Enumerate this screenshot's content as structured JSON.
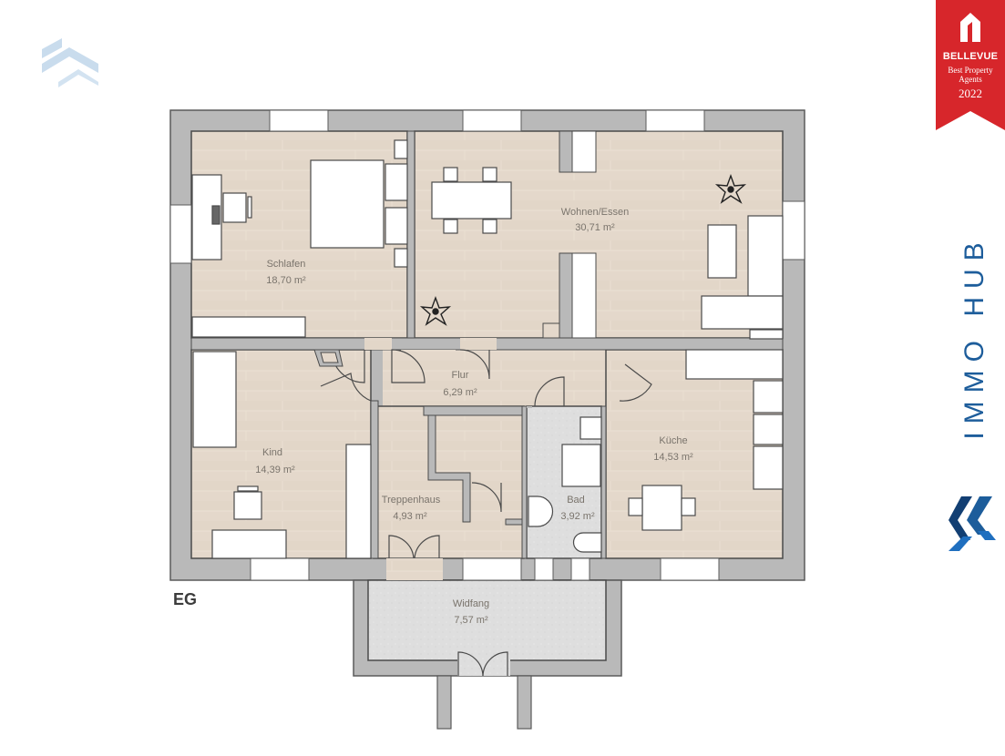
{
  "floor": {
    "label": "EG"
  },
  "rooms": [
    {
      "name": "Schlafen",
      "area": "18,70 m²"
    },
    {
      "name": "Wohnen/Essen",
      "area": "30,71 m²"
    },
    {
      "name": "Kind",
      "area": "14,39 m²"
    },
    {
      "name": "Flur",
      "area": "6,29 m²"
    },
    {
      "name": "Treppenhaus",
      "area": "4,93 m²"
    },
    {
      "name": "Bad",
      "area": "3,92 m²"
    },
    {
      "name": "Küche",
      "area": "14,53 m²"
    },
    {
      "name": "Widfang",
      "area": "7,57 m²"
    }
  ],
  "badge": {
    "title": "BELLEVUE",
    "subtitle_line1": "Best Property",
    "subtitle_line2": "Agents",
    "year": "2022",
    "color": "#d7262b",
    "icon": "house-icon"
  },
  "brand": {
    "name": "IMMO HUB",
    "color": "#1d5d9b",
    "logo_icon": "chevron-logo-icon"
  },
  "watermark": {
    "icon": "faded-chevron-logo-icon",
    "color": "#c9dced"
  },
  "colors": {
    "wall": "#b9b9b9",
    "wall_outline": "#5a5a5a",
    "wood_floor": "#e4d8cb",
    "tile_floor": "#dcdcdc",
    "furniture": "#ffffff"
  }
}
